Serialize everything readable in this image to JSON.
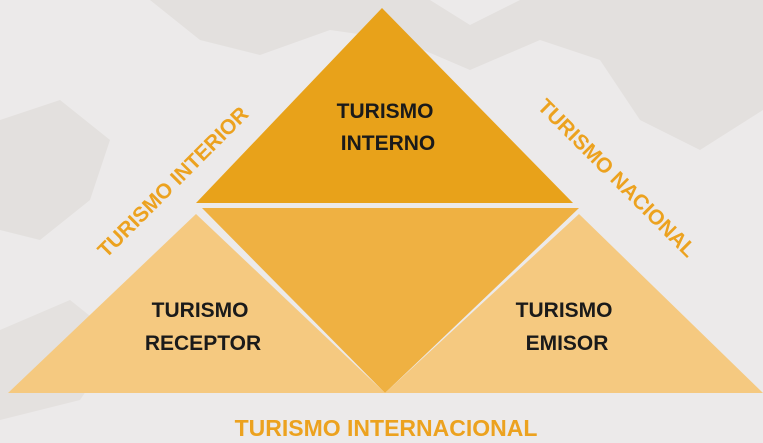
{
  "colors": {
    "background": "#eceaea",
    "map_land": "#e4e1df",
    "top_triangle": "#e8a21a",
    "center_square": "#efb142",
    "side_triangles": "#f5c980",
    "label_text": "#1a1a1a",
    "edge_label_text": "#eca21f"
  },
  "triangles": {
    "top": {
      "line1": "TURISMO",
      "line2": "INTERNO"
    },
    "left": {
      "line1": "TURISMO",
      "line2": "RECEPTOR"
    },
    "right": {
      "line1": "TURISMO",
      "line2": "EMISOR"
    }
  },
  "edge_labels": {
    "left": "TURISMO INTERIOR",
    "right": "TURISMO NACIONAL",
    "bottom": "TURISMO INTERNACIONAL"
  }
}
